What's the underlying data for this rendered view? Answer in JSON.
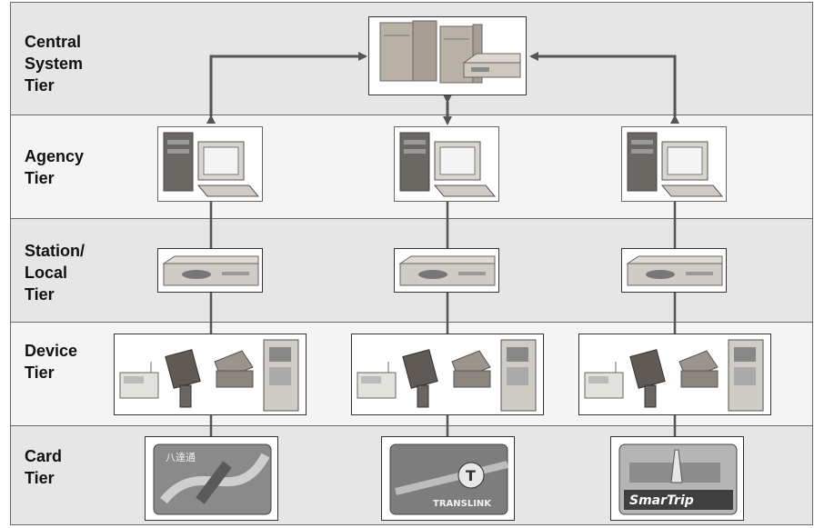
{
  "tiers": [
    {
      "label": "Central\nSystem\nTier"
    },
    {
      "label": "Agency\nTier"
    },
    {
      "label": "Station/\nLocal\nTier"
    },
    {
      "label": "Device\nTier"
    },
    {
      "label": "Card\nTier"
    }
  ],
  "cards": [
    {
      "text": "八達通"
    },
    {
      "text": "TRANSLINK"
    },
    {
      "text": "SmarTrip"
    }
  ],
  "colors": {
    "line": "#555555",
    "tier_shade": "#e6e6e6",
    "tier_light": "#f4f4f4"
  }
}
